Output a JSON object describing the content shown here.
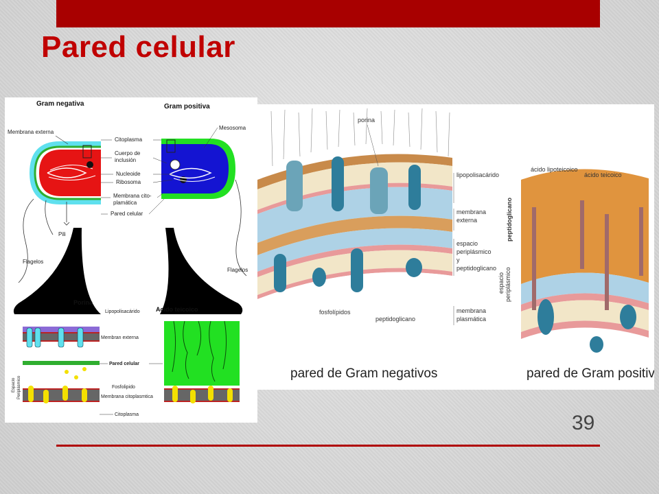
{
  "slide": {
    "title": "Pared celular",
    "page_number": "39"
  },
  "left_diagram": {
    "heading_negative": "Gram negativa",
    "heading_positive": "Gram positiva",
    "labels": {
      "membrana_externa": "Membrana externa",
      "citoplasma": "Citoplasma",
      "cuerpo_inclusion_1": "Cuerpo de",
      "cuerpo_inclusion_2": "inclusión",
      "nucleoide": "Nucleoide",
      "ribosoma": "Ribosoma",
      "membrana_cito_1": "Membrana cito-",
      "membrana_cito_2": "plamática",
      "pared_celular": "Pared celular",
      "mesosoma": "Mesosoma",
      "pili": "Pili",
      "flagelos_left": "Flagelos",
      "flagelos_right": "Flagelos",
      "acido_teicoico": "Acido teicoico",
      "porina": "Porina",
      "lipopolisacarido": "Lipopolisacárido",
      "membran_externa": "Membran externa",
      "pared_celular_detail": "Pared celular",
      "espacio_1": "Espacio",
      "espacio_2": "Periplásmico",
      "fosfolipido": "Fosfolipido",
      "membrana_citoplasmatica": "Membrana citoplasmtica",
      "citoplasma_detail": "Citoplasma"
    }
  },
  "right_diagram": {
    "labels": {
      "porina": "porina",
      "lipopolisacarido": "lipopolisacárido",
      "membrana_1": "membrana",
      "membrana_2": "externa",
      "espacio_1": "espacio",
      "espacio_2": "periplásmico",
      "espacio_3": "y",
      "espacio_4": "peptidoglicano",
      "fosfolipidos": "fosfolípidos",
      "peptidoglicano": "peptidoglicano",
      "membrana_plasmatica_1": "membrana",
      "membrana_plasmatica_2": "plasmática",
      "acido_lipoteicoico": "ácido lipoteicoico",
      "acido_teicoico": "ácido teicoico",
      "vertical_peptidoglicano": "peptidoglicano",
      "vertical_espacio_1": "espacio",
      "vertical_espacio_2": "periplásmico"
    },
    "caption_negative": "pared de Gram negativos",
    "caption_positive": "pared de Gram positivos"
  },
  "colors": {
    "accent_red": "#a80000",
    "title_red": "#c00000",
    "gram_negative_fill": "#e61414",
    "gram_positive_fill": "#1414d2",
    "wall_green": "#22e022",
    "membrane_cyan": "#5fe0ee",
    "protein_blue": "#2e7d9b",
    "lipid_pink": "#e89a9a"
  },
  "icons": {
    "slide_decoration": "red-bar"
  }
}
